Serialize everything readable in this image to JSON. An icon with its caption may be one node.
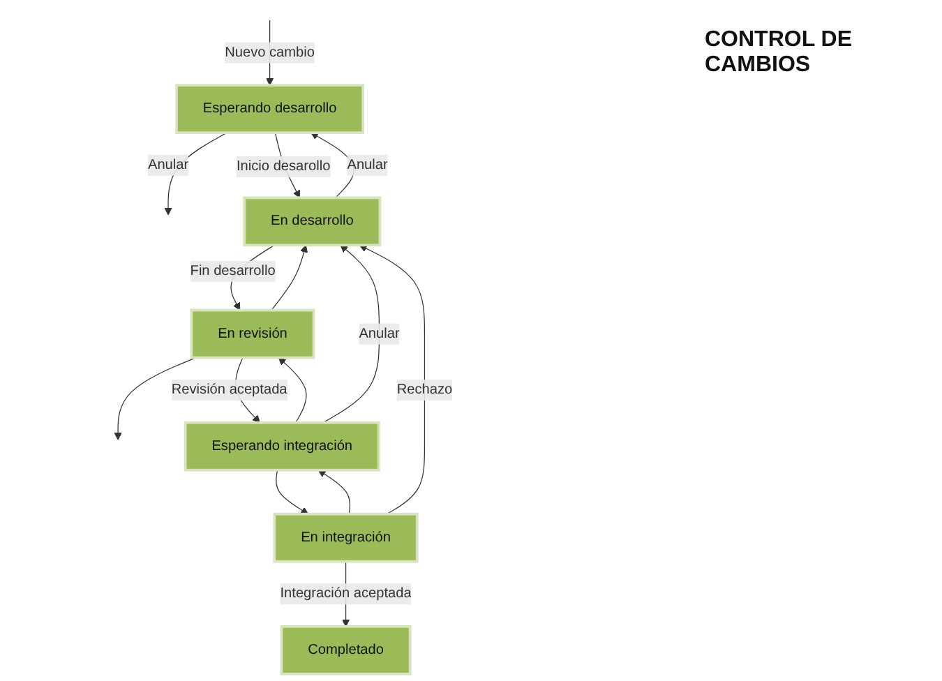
{
  "diagram": {
    "title": "CONTROL DE CAMBIOS",
    "nodes": [
      {
        "text": [
          "Esperando desarrollo"
        ]
      },
      {
        "text": [
          "En desarrollo"
        ]
      },
      {
        "text": [
          "En revisión"
        ]
      },
      {
        "text": [
          "Esperando integración"
        ]
      },
      {
        "text": [
          "En integración"
        ]
      },
      {
        "text": [
          "Completado"
        ]
      }
    ],
    "edges": [
      {
        "from": null,
        "to": 0,
        "arrow": "to",
        "label": "Nuevo cambio"
      },
      {
        "from": 0,
        "to": null,
        "arrow": "to",
        "label": "Anular"
      },
      {
        "from": 0,
        "to": 1,
        "arrow": "to",
        "label": "Inicio desarollo"
      },
      {
        "from": 1,
        "to": 0,
        "arrow": "to",
        "label": "Anular"
      },
      {
        "from": 1,
        "to": 2,
        "arrow": "to",
        "label": "Fin desarrollo"
      },
      {
        "from": 2,
        "to": 1,
        "arrow": "to"
      },
      {
        "from": 2,
        "to": null,
        "arrow": "to"
      },
      {
        "from": 2,
        "to": 3,
        "arrow": "to",
        "label": "Revisión aceptada"
      },
      {
        "from": 3,
        "to": 2,
        "arrow": "to"
      },
      {
        "from": 3,
        "to": 1,
        "arrow": "to",
        "label": "Anular"
      },
      {
        "from": 3,
        "to": 4,
        "arrow": "to"
      },
      {
        "from": 4,
        "to": 3,
        "arrow": "to"
      },
      {
        "from": 4,
        "to": 1,
        "arrow": "to",
        "label": "Rechazo"
      },
      {
        "from": 4,
        "to": 5,
        "arrow": "to",
        "label": "Integración aceptada"
      }
    ]
  }
}
